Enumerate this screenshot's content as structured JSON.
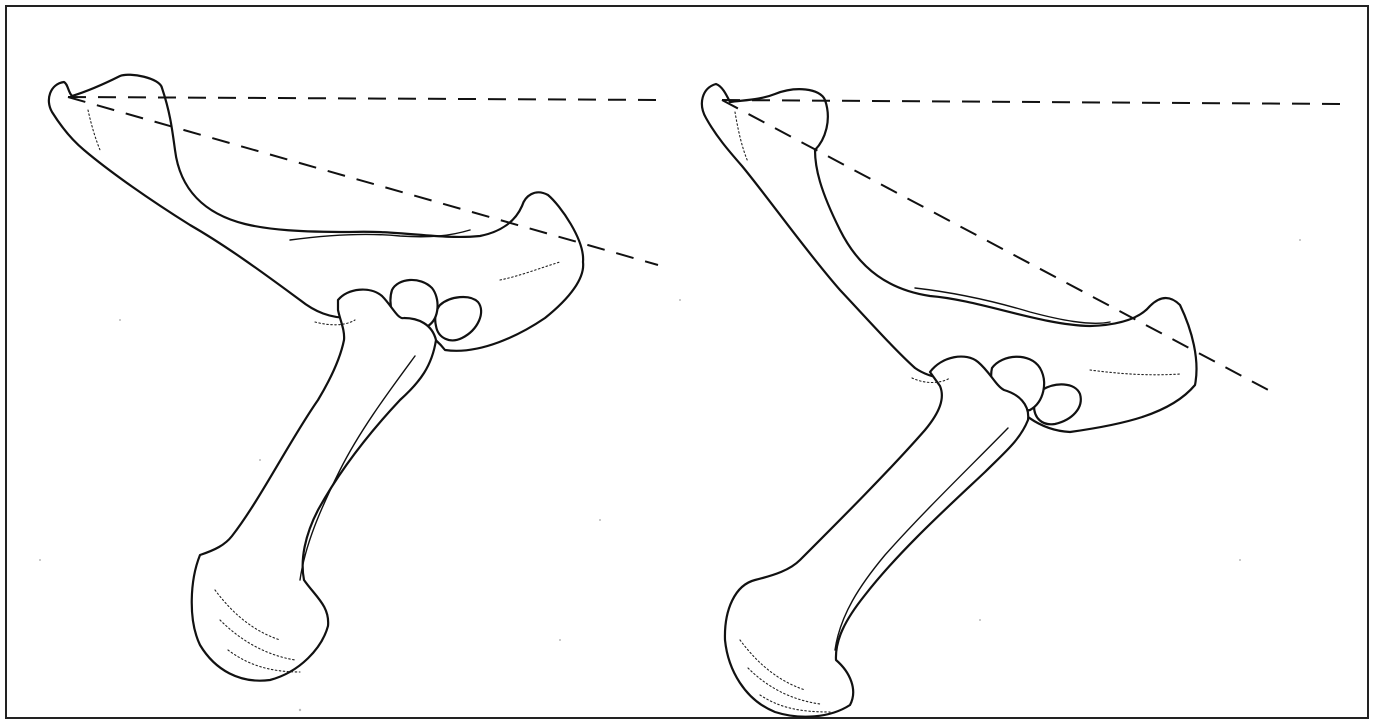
{
  "figure": {
    "panels": [
      {
        "name": "left-pelvis-femur",
        "has_horizontal_reference_line": true,
        "has_angled_reference_line": true
      },
      {
        "name": "right-pelvis-femur",
        "has_horizontal_reference_line": true,
        "has_angled_reference_line": true
      }
    ],
    "line_style": "dashed",
    "colors": {
      "ink": "#111111",
      "paper": "#ffffff"
    }
  }
}
